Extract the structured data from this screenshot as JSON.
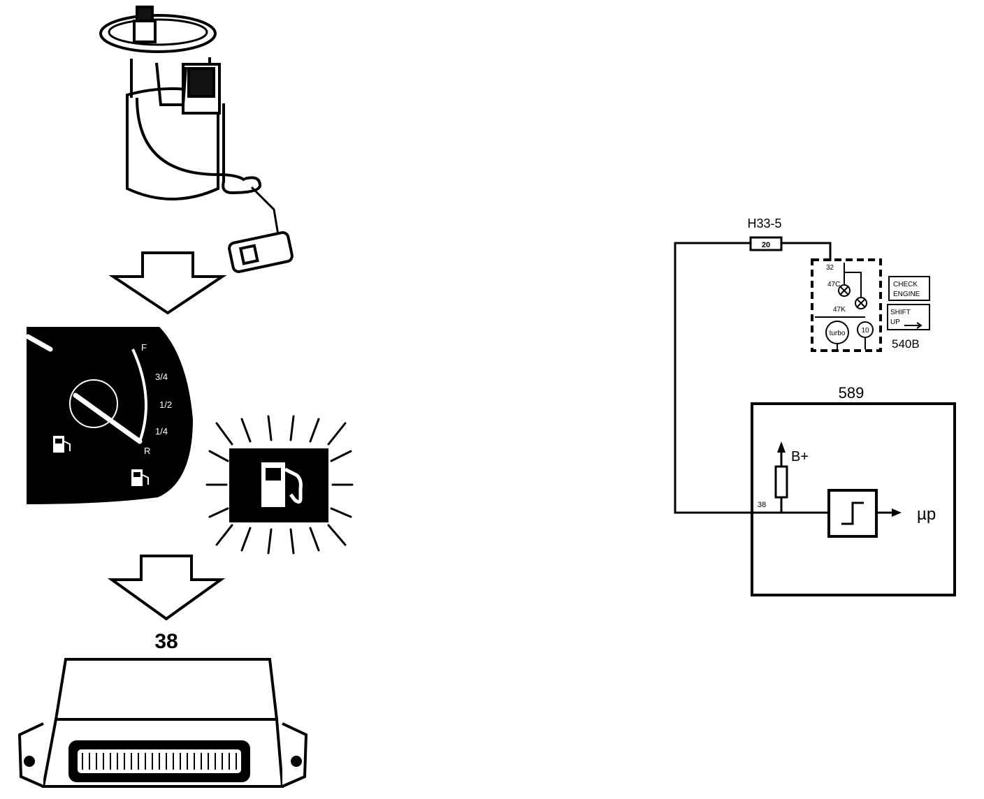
{
  "left_panel": {
    "ecu_label": "38",
    "gauge_marks": [
      "F",
      "3/4",
      "1/2",
      "1/4",
      "R"
    ]
  },
  "circuit": {
    "connector_label": "H33-5",
    "connector_pin": "20",
    "pin_32": "32",
    "lamp_1": "47C",
    "lamp_2": "47K",
    "turbo_label": "turbo",
    "gauge_10_label": "10",
    "check_engine_line1": "CHECK",
    "check_engine_line2": "ENGINE",
    "shift_up_line1": "SHIFT",
    "shift_up_line2": "UP",
    "instrument_label": "540B",
    "module_label": "589",
    "supply_label": "B+",
    "pin_38": "38",
    "output_label": "µp"
  },
  "colors": {
    "ink": "#000000",
    "paper": "#ffffff"
  }
}
